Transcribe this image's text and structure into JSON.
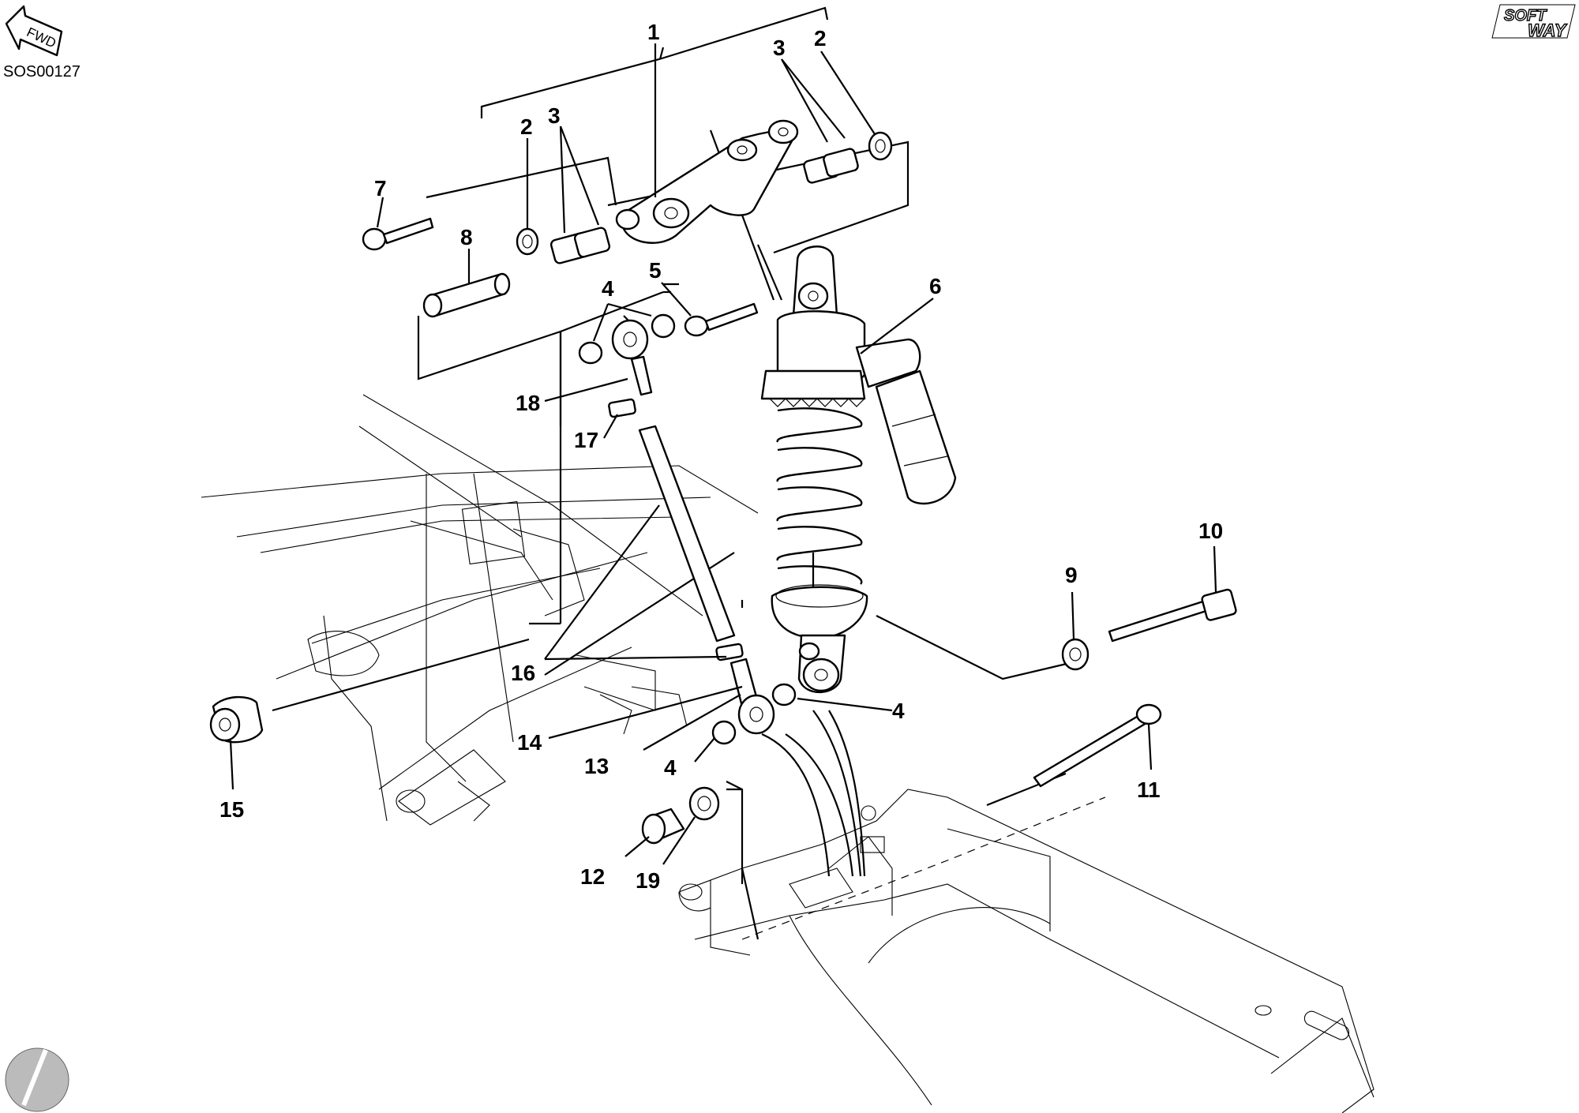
{
  "header": {
    "drawing_code": "SOS00127",
    "fwd_label": "FWD",
    "logo_top": "SOFT",
    "logo_bottom": "WAY"
  },
  "callouts": [
    "1",
    "2",
    "3",
    "4",
    "5",
    "6",
    "7",
    "8",
    "9",
    "10",
    "11",
    "12",
    "13",
    "14",
    "15",
    "16",
    "17",
    "18",
    "19"
  ]
}
